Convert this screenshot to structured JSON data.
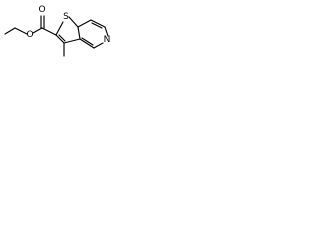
{
  "molecule": {
    "atoms": {
      "oxygen_carbonyl": "O",
      "oxygen_ester": "O",
      "sulfur": "S",
      "nitrogen": "N"
    }
  }
}
